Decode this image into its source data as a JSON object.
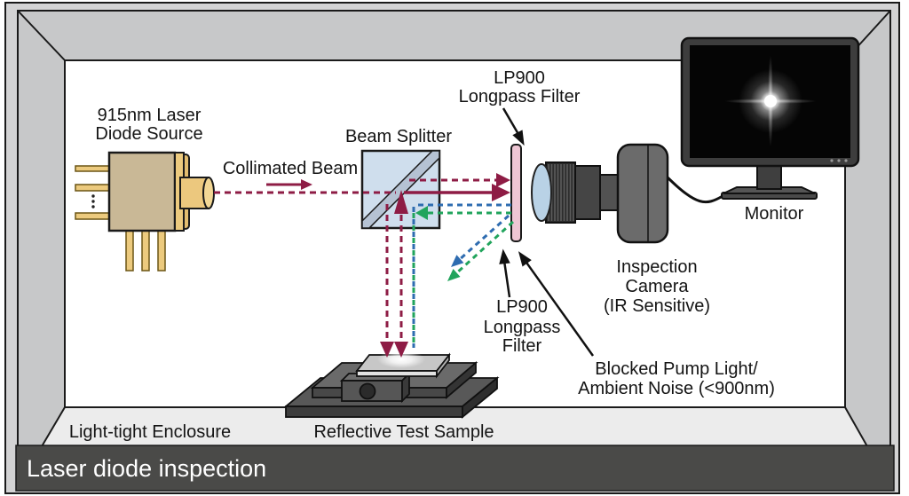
{
  "banner": {
    "title": "Laser diode inspection"
  },
  "labels": {
    "laser_source": [
      "915nm Laser",
      "Diode Source"
    ],
    "collimated_beam": "Collimated Beam",
    "beam_splitter": "Beam Splitter",
    "filter_top": [
      "LP900",
      "Longpass Filter"
    ],
    "filter_side": [
      "LP900",
      "Longpass",
      "Filter"
    ],
    "inspection_camera": [
      "Inspection",
      "Camera",
      "(IR Sensitive)"
    ],
    "monitor": "Monitor",
    "blocked_light": [
      "Blocked Pump Light/",
      "Ambient Noise (<900nm)"
    ],
    "enclosure": "Light-tight Enclosure",
    "test_sample": "Reflective Test Sample"
  },
  "colors": {
    "laser_beam_maroon": "#8e1c45",
    "blocked_pump_blue": "#2e6cb0",
    "ambient_noise_green": "#21a45c",
    "filter_pink": "#eec6d4",
    "splitter_glass_blue": "#cfdeed",
    "enclosure_wall_gray": "#c7c8c9",
    "enclosure_floor_gray": "#ececec",
    "banner_bg": "#4a4a48",
    "laser_body_tan": "#c9b896",
    "laser_pin_gold": "#ecca7e",
    "camera_body_gray": "#6b6b6b"
  }
}
